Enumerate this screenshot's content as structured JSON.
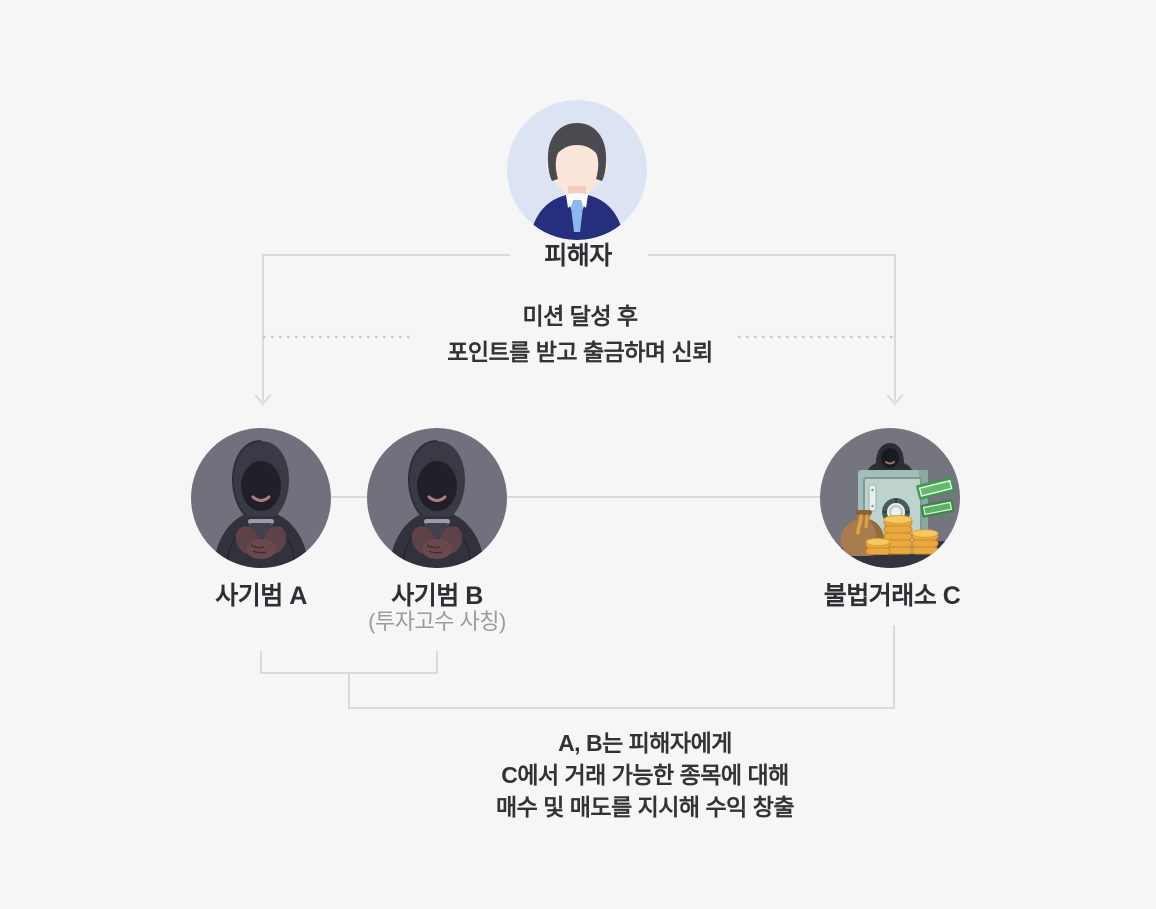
{
  "page": {
    "type": "scam-structure-diagram",
    "background": "#f6f6f6"
  },
  "nodes": {
    "victim": {
      "label": "피해자",
      "icon": "businessman-avatar",
      "bg": "#dce4f4"
    },
    "scammer_a": {
      "label": "사기범 A",
      "icon": "hooded-scammer-avatar",
      "bg": "#71717e"
    },
    "scammer_b": {
      "label": "사기범 B",
      "sublabel": "(투자고수 사칭)",
      "icon": "hooded-scammer-avatar",
      "bg": "#71717e"
    },
    "exchange_c": {
      "label": "불법거래소 C",
      "icon": "safe-with-cash-avatar",
      "bg": "#75757f"
    }
  },
  "annotations": {
    "trust_note": [
      "미션 달성 후",
      "포인트를 받고 출금하며 신뢰"
    ],
    "instruction_note": [
      "A, B는 피해자에게",
      "C에서 거래 가능한 종목에 대해",
      "매수 및 매도를 지시해 수익 창출"
    ]
  },
  "colors": {
    "connector": "#d9dadd",
    "dotted_connector": "#c7c7cc",
    "text_primary": "#2f2f33",
    "text_muted": "#9a9aa0"
  }
}
